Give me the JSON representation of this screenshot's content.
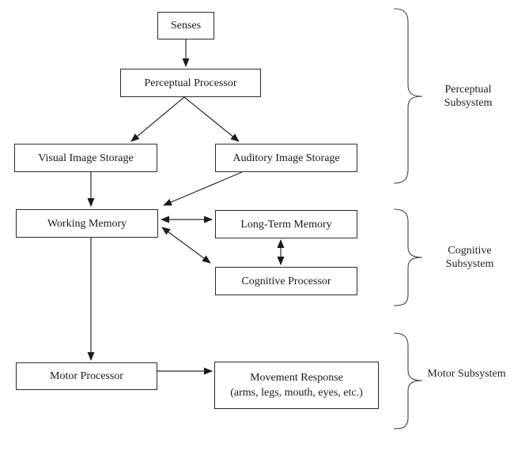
{
  "diagram": {
    "title_implicit": "Model Human Processor block diagram",
    "boxes": {
      "senses": {
        "label": "Senses"
      },
      "perceptual_processor": {
        "label": "Perceptual Processor"
      },
      "visual_image_storage": {
        "label": "Visual Image Storage"
      },
      "auditory_image_storage": {
        "label": "Auditory Image Storage"
      },
      "working_memory": {
        "label": "Working Memory"
      },
      "long_term_memory": {
        "label": "Long-Term Memory"
      },
      "cognitive_processor": {
        "label": "Cognitive Processor"
      },
      "motor_processor": {
        "label": "Motor Processor"
      },
      "movement_response": {
        "label": "Movement Response",
        "sublabel": "(arms, legs, mouth, eyes, etc.)"
      }
    },
    "groups": {
      "perceptual": {
        "label": "Perceptual Subsystem"
      },
      "cognitive": {
        "label": "Cognitive Subsystem"
      },
      "motor": {
        "label": "Motor Subsystem"
      }
    },
    "colors": {
      "background": "#ffffff",
      "line": "#2b2b2b",
      "brace": "#444444",
      "text": "#1a1a1a"
    }
  }
}
